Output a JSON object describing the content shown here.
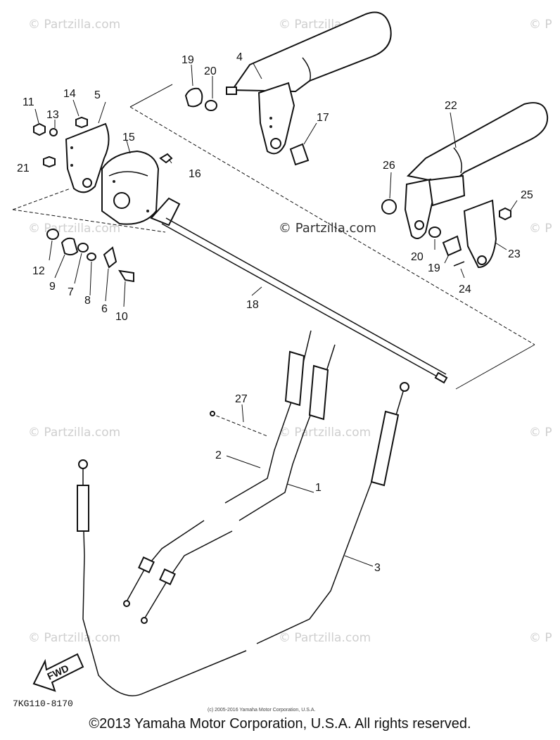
{
  "watermark": {
    "text": "© Partzilla.com",
    "edge_text": "© P"
  },
  "part_labels": {
    "p1": "1",
    "p2": "2",
    "p3": "3",
    "p4": "4",
    "p5": "5",
    "p6": "6",
    "p7": "7",
    "p8": "8",
    "p9": "9",
    "p10": "10",
    "p11": "11",
    "p12": "12",
    "p13": "13",
    "p14": "14",
    "p15": "15",
    "p16": "16",
    "p17": "17",
    "p18": "18",
    "p19a": "19",
    "p19b": "19",
    "p20a": "20",
    "p20b": "20",
    "p21": "21",
    "p22": "22",
    "p23": "23",
    "p24": "24",
    "p25": "25",
    "p26": "26",
    "p27": "27"
  },
  "fwd_label": "FWD",
  "drawing_code": "7KG110-8170",
  "small_copyright": "(c) 2005-2016 Yamaha Motor Corporation, U.S.A.",
  "footer_copyright": "©2013 Yamaha Motor Corporation, U.S.A. All rights reserved."
}
